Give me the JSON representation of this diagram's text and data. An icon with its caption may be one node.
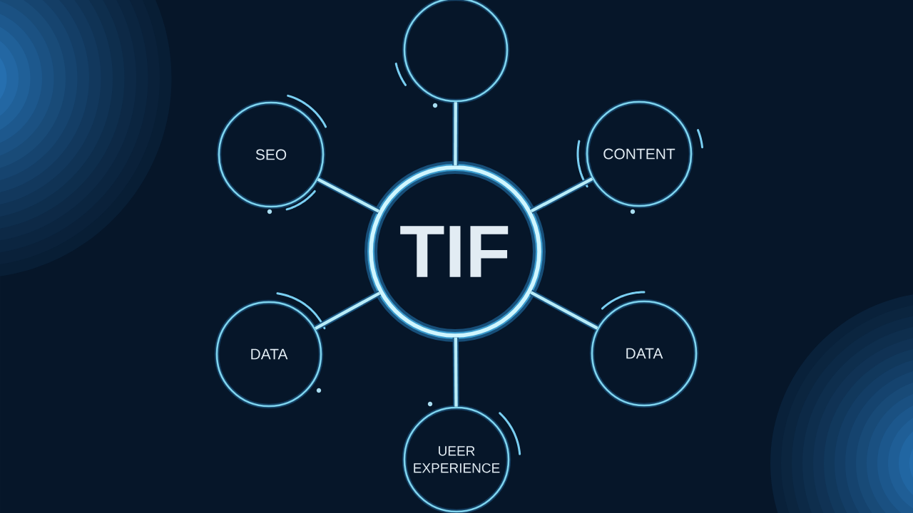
{
  "diagram": {
    "nodes": [
      {
        "text": [],
        "shape": "circle"
      },
      {
        "text": [
          "SEO"
        ]
      },
      {
        "text": [
          "CONTENT"
        ]
      },
      {
        "text": [
          "TIF"
        ]
      },
      {
        "text": [
          "DATA"
        ]
      },
      {
        "text": [
          "DATA"
        ]
      },
      {
        "text": [
          "UEER EXPERIENCE"
        ]
      }
    ],
    "edges": [
      {
        "from": 3,
        "to": 0,
        "arrow": "none"
      },
      {
        "from": 3,
        "to": 1,
        "arrow": "none"
      },
      {
        "from": 3,
        "to": 2,
        "arrow": "none"
      },
      {
        "from": 3,
        "to": 4,
        "arrow": "none"
      },
      {
        "from": 3,
        "to": 5,
        "arrow": "none"
      },
      {
        "from": 3,
        "to": 6,
        "arrow": "none"
      }
    ]
  }
}
